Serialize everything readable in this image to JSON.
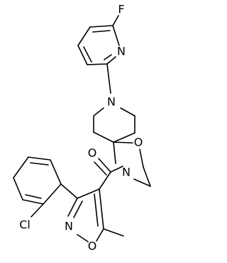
{
  "molecule": {
    "atoms": {
      "fluorine": "F",
      "pyridine_n": "N",
      "piperidine_n": "N",
      "ring_oxygen": "O",
      "oxazolidine_n": "N",
      "carbonyl_oxygen": "O",
      "chlorine": "Cl",
      "isoxazole_n": "N",
      "isoxazole_o": "O"
    }
  }
}
